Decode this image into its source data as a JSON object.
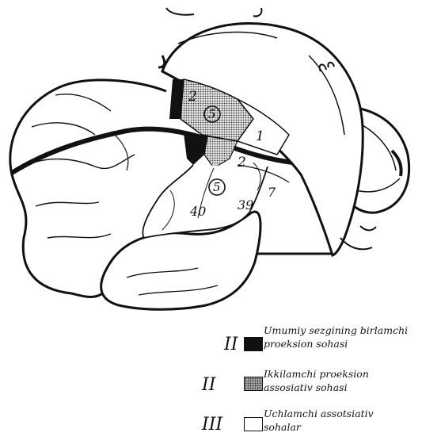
{
  "figure": {
    "area_labels": {
      "a2_top": "2",
      "a5_top": "5",
      "a1": "1",
      "a2_mid": "2",
      "a5_mid": "5",
      "a40": "40",
      "a39": "39",
      "a7": "7"
    }
  },
  "legend": [
    {
      "numeral": "II",
      "swatch": "black",
      "line1": "Umumiy sezgining birlamchi",
      "line2": "proeksion sohasi"
    },
    {
      "numeral": "II",
      "swatch": "dotted",
      "line1": "Ikkilamchi proeksion",
      "line2": "assosiativ sohasi"
    },
    {
      "numeral": "III",
      "swatch": "white",
      "line1": "Uchlamchi assotsiativ",
      "line2": "sohalar"
    }
  ]
}
